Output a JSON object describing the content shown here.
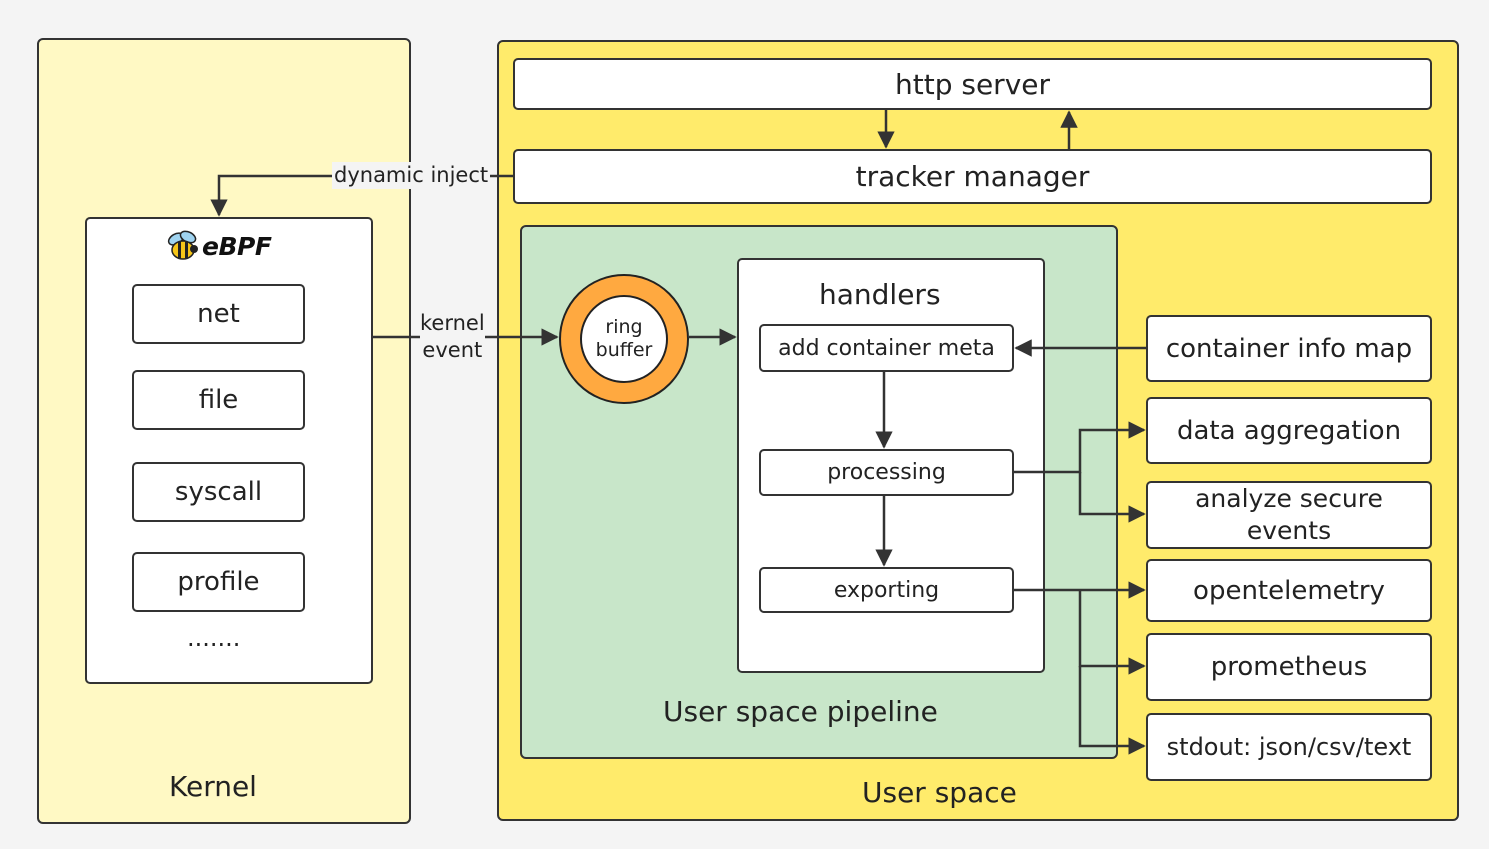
{
  "kernel": {
    "label": "Kernel",
    "ebpf_logo_text": "eBPF",
    "modules": [
      "net",
      "file",
      "syscall",
      "profile"
    ],
    "more": "......."
  },
  "user_space": {
    "label": "User space",
    "http_server": "http server",
    "tracker_manager": "tracker manager",
    "pipeline": {
      "label": "User space pipeline",
      "ring_buffer": [
        "ring",
        "buffer"
      ],
      "handlers": {
        "title": "handlers",
        "steps": [
          "add container meta",
          "processing",
          "exporting"
        ]
      }
    },
    "container_info_map": "container info map",
    "analysis_outputs": [
      "data aggregation",
      "analyze secure events"
    ],
    "export_targets": [
      "opentelemetry",
      "prometheus",
      "stdout: json/csv/text"
    ]
  },
  "edges": {
    "dynamic_inject": "dynamic inject",
    "kernel_event": [
      "kernel",
      "event"
    ]
  },
  "colors": {
    "kernel_bg": "#fff9c4",
    "user_space_bg": "#ffeb6b",
    "pipeline_bg": "#c8e6c9",
    "ring_outer": "#ffa940",
    "stroke": "#333333"
  }
}
